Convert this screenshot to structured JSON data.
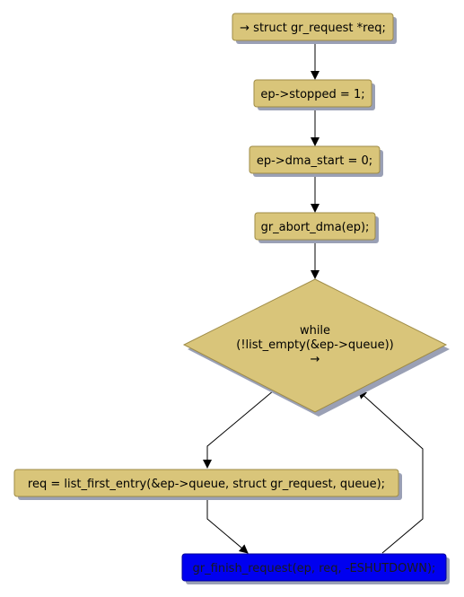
{
  "colors": {
    "node_fill": "#D9C57A",
    "node_border": "#9E8B46",
    "shadow": "#9AA0B5",
    "highlight_fill": "#0000F0",
    "highlight_border": "#00009A",
    "edge": "#000000"
  },
  "nodes": {
    "start": "→ struct gr_request *req;",
    "stopped": "ep->stopped = 1;",
    "dma_start": "ep->dma_start = 0;",
    "abort_dma": "gr_abort_dma(ep);",
    "loop": {
      "line1": "while",
      "line2": "(!list_empty(&ep->queue))",
      "line3": "→"
    },
    "first_entry": "req = list_first_entry(&ep->queue, struct gr_request, queue);",
    "finish_request": "gr_finish_request(ep, req, -ESHUTDOWN);"
  }
}
